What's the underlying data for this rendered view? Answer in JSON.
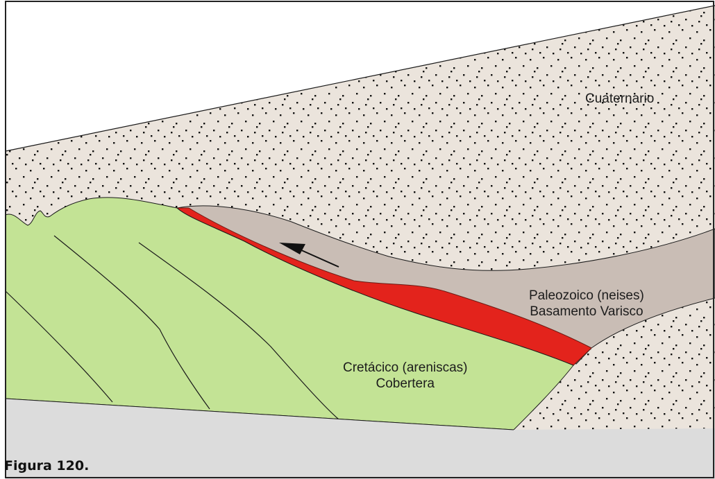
{
  "diagram": {
    "units": [
      {
        "id": "cuaternario",
        "lines": [
          "Cuaternario"
        ]
      },
      {
        "id": "paleozoico",
        "lines": [
          "Paleozoico (neises)",
          "Basamento Varisco"
        ]
      },
      {
        "id": "cretacico",
        "lines": [
          "Cretácico (areniscas)",
          "Cobertera"
        ]
      }
    ],
    "colors": {
      "sky": "#ffffff",
      "sediment": "#ebe4dc",
      "sediment_dots": "#111111",
      "gneiss": "#c9bdb5",
      "fault_zone": "#e3231c",
      "sandstone": "#c3e395",
      "bottom_layer": "#dcdcdc",
      "lines": "#1a1a1a"
    }
  },
  "caption": "Figura 120."
}
